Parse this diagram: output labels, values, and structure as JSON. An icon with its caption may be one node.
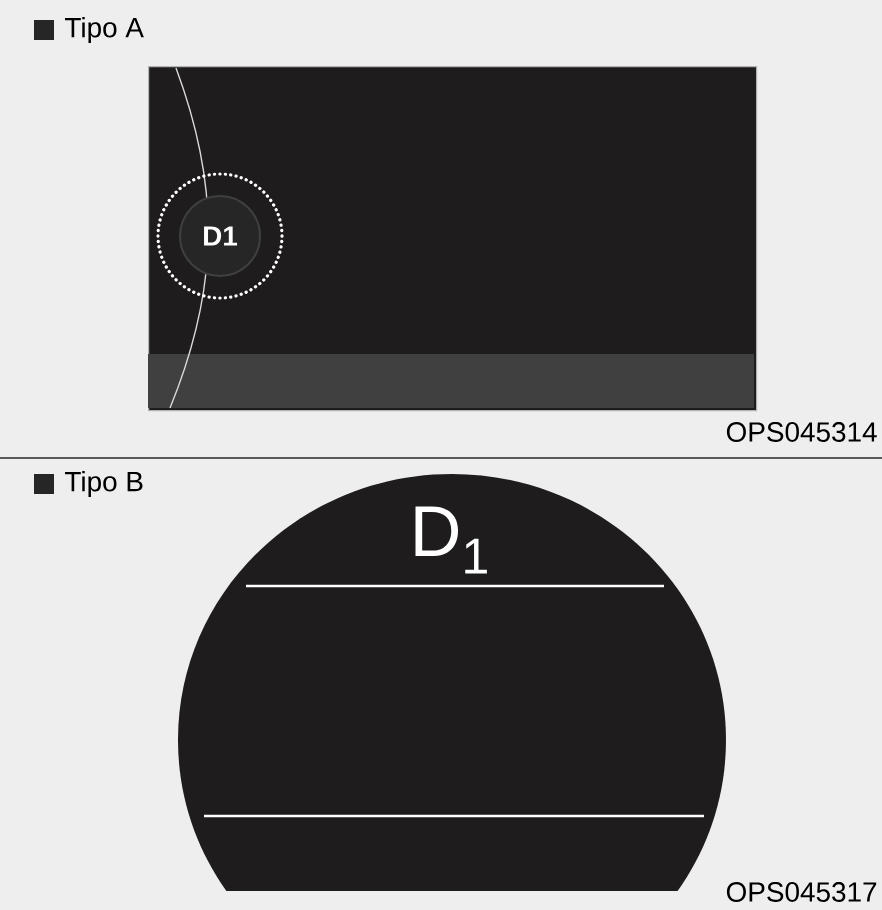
{
  "diagram": {
    "nodes": [
      {
        "text": [],
        "shape": "box"
      },
      {
        "text": [
          "D1"
        ],
        "in": 0
      },
      {
        "text": [
          "D$_{1}$"
        ]
      }
    ],
    "labels": [
      "Tipo A",
      "OPS045314",
      "Tipo B",
      "OPS045317"
    ]
  }
}
